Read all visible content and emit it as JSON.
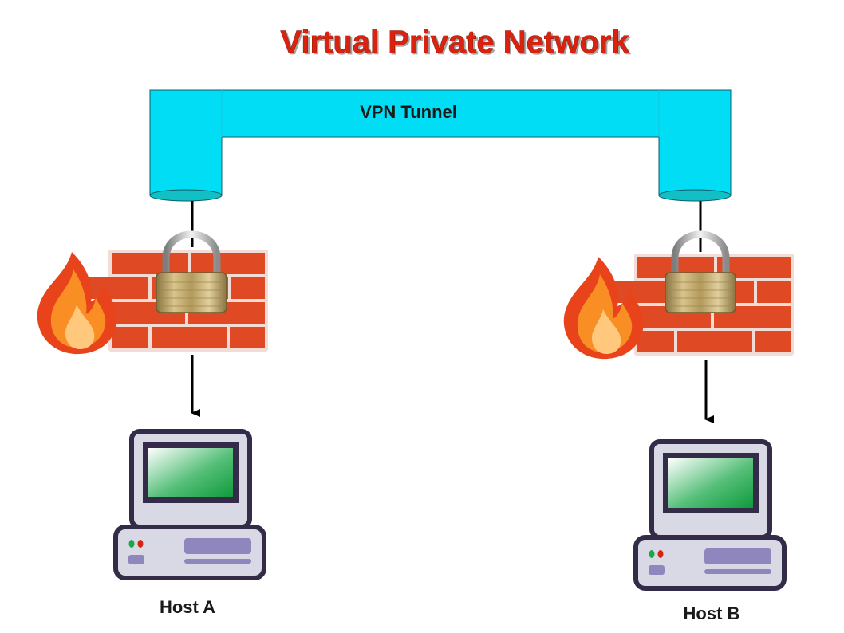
{
  "title": "Virtual Private Network",
  "tunnel": {
    "label": "VPN Tunnel",
    "color": "#00ddf5"
  },
  "hosts": [
    {
      "label": "Host A"
    },
    {
      "label": "Host B"
    }
  ],
  "icons": {
    "firewall": "firewall-icon",
    "padlock": "padlock-icon",
    "computer": "computer-icon",
    "arrow": "arrow-down-icon"
  },
  "colors": {
    "title": "#d9230f",
    "brick": "#df4a25",
    "mortar": "#f3dcd5",
    "monitor_frame": "#332b47",
    "screen": "#1aa64a",
    "case": "#d9d9e6",
    "slot": "#8f86bd"
  }
}
